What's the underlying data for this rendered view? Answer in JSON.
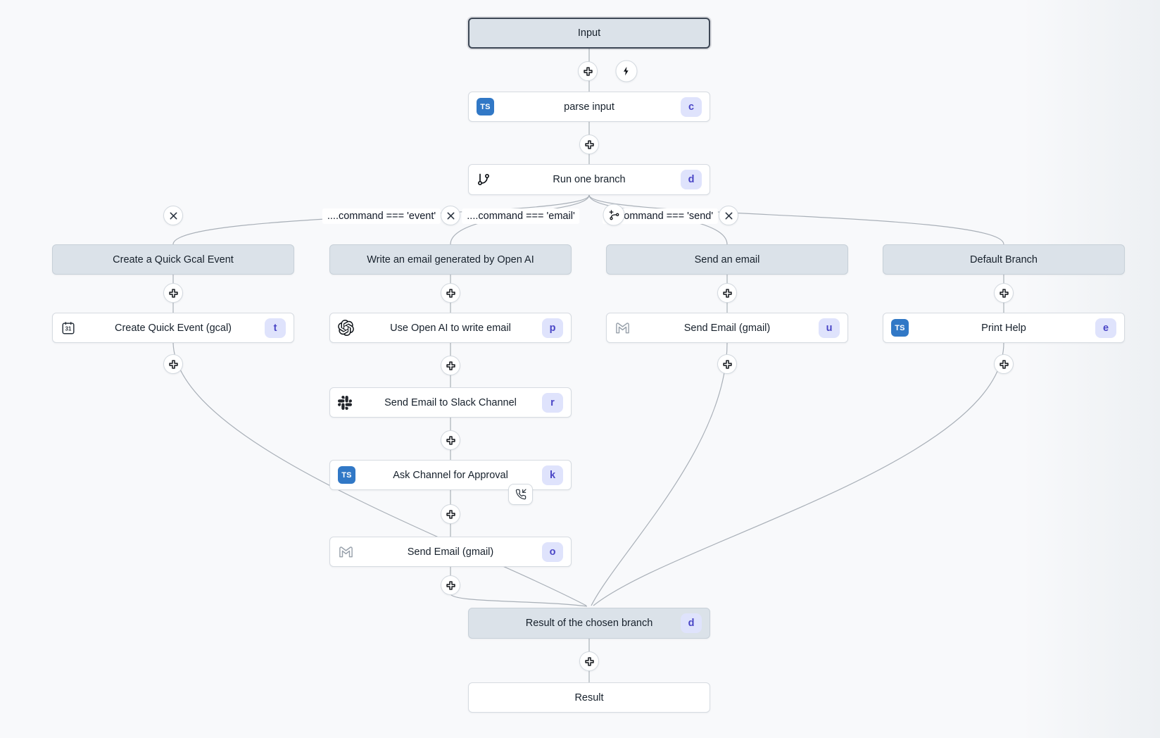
{
  "flow": {
    "input": {
      "label": "Input"
    },
    "parse_step": {
      "label": "parse input",
      "key": "c"
    },
    "branch_one": {
      "label": "Run one branch",
      "key": "d"
    },
    "conditions": [
      {
        "text": "....command === 'event'"
      },
      {
        "text": "....command === 'email'"
      },
      {
        "text": "....command === 'send'"
      }
    ],
    "branches": [
      {
        "header": "Create a Quick Gcal Event"
      },
      {
        "header": "Write an email generated by Open AI"
      },
      {
        "header": "Send an email"
      },
      {
        "header": "Default Branch"
      }
    ],
    "steps": {
      "gcal_event": {
        "label": "Create Quick Event (gcal)",
        "key": "t"
      },
      "openai_write": {
        "label": "Use Open AI to write email",
        "key": "p"
      },
      "slack_send": {
        "label": "Send Email to Slack Channel",
        "key": "r"
      },
      "ask_approval": {
        "label": "Ask Channel for Approval",
        "key": "k"
      },
      "gmail_send_mid": {
        "label": "Send Email (gmail)",
        "key": "o"
      },
      "gmail_send": {
        "label": "Send Email (gmail)",
        "key": "u"
      },
      "print_help": {
        "label": "Print Help",
        "key": "e"
      }
    },
    "result_branch": {
      "label": "Result of the chosen branch",
      "key": "d"
    },
    "result": {
      "label": "Result"
    }
  },
  "icons": {
    "ts_label": "TS",
    "calendar_day": "31"
  },
  "colors": {
    "ts_blue": "#3178c6",
    "key_badge_bg": "#dfe3fc",
    "key_badge_text": "#4a46c6",
    "virtual_node_bg": "#dbe2e9",
    "edge": "#a9b0b8"
  }
}
